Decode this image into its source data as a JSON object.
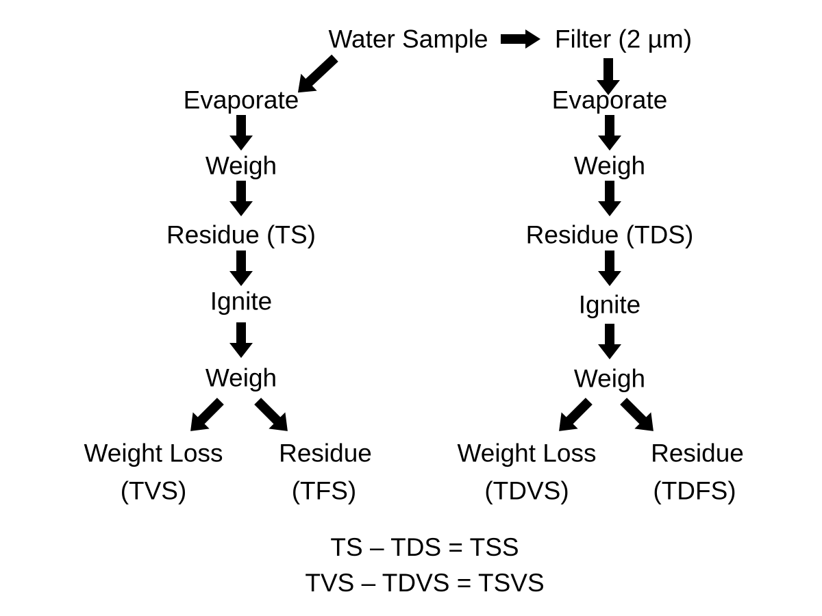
{
  "colors": {
    "ink": "#000000",
    "background": "#ffffff"
  },
  "icons": {
    "right": "arrow-right-icon",
    "down": "arrow-down-icon",
    "down_left": "arrow-down-left-icon",
    "down_right": "arrow-down-right-icon"
  },
  "top": {
    "water_sample": "Water Sample",
    "filter": "Filter (2 µm)"
  },
  "left_branch": {
    "steps": [
      "Evaporate",
      "Weigh",
      "Residue (TS)",
      "Ignite",
      "Weigh"
    ],
    "outputs": {
      "weight_loss": {
        "label": "Weight Loss",
        "abbr": "(TVS)"
      },
      "residue": {
        "label": "Residue",
        "abbr": "(TFS)"
      }
    }
  },
  "right_branch": {
    "steps": [
      "Evaporate",
      "Weigh",
      "Residue (TDS)",
      "Ignite",
      "Weigh"
    ],
    "outputs": {
      "weight_loss": {
        "label": "Weight Loss",
        "abbr": "(TDVS)"
      },
      "residue": {
        "label": "Residue",
        "abbr": "(TDFS)"
      }
    }
  },
  "equations": {
    "line1": "TS – TDS = TSS",
    "line2": "TVS – TDVS = TSVS"
  }
}
